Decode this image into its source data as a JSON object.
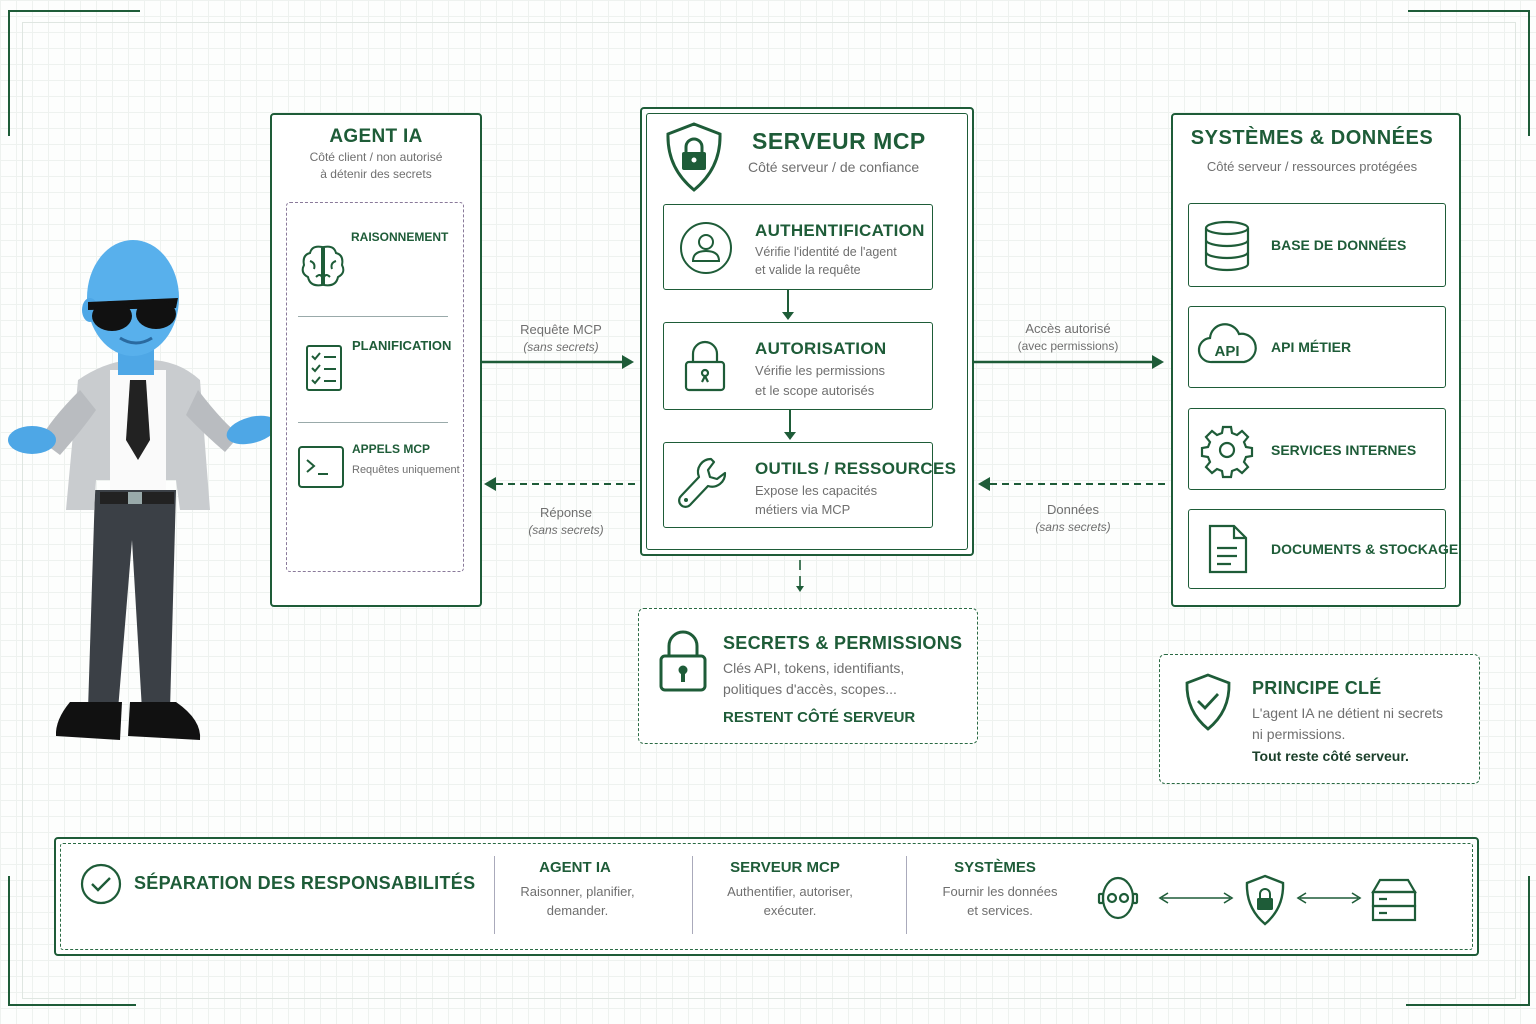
{
  "agent": {
    "title": "AGENT IA",
    "subtitle_1": "Côté client / non autorisé",
    "subtitle_2": "à détenir des secrets",
    "items": [
      {
        "label": "RAISONNEMENT",
        "icon": "brain-icon"
      },
      {
        "label": "PLANIFICATION",
        "icon": "checklist-icon"
      },
      {
        "label": "APPELS MCP",
        "detail": "Requêtes uniquement",
        "icon": "terminal-icon"
      }
    ]
  },
  "server": {
    "title": "SERVEUR MCP",
    "subtitle": "Côté serveur / de confiance",
    "steps": [
      {
        "title": "AUTHENTIFICATION",
        "line1": "Vérifie l'identité de l'agent",
        "line2": "et valide la requête",
        "icon": "user-icon"
      },
      {
        "title": "AUTORISATION",
        "line1": "Vérifie les permissions",
        "line2": "et le scope autorisés",
        "icon": "padlock-icon"
      },
      {
        "title": "OUTILS / RESSOURCES",
        "line1": "Expose les capacités",
        "line2": "métiers via MCP",
        "icon": "wrench-icon"
      }
    ]
  },
  "systems": {
    "title": "SYSTÈMES & DONNÉES",
    "subtitle": "Côté serveur / ressources protégées",
    "items": [
      {
        "label": "BASE DE DONNÉES",
        "icon": "database-icon"
      },
      {
        "label": "API MÉTIER",
        "icon": "api-cloud-icon",
        "icon_text": "API"
      },
      {
        "label": "SERVICES INTERNES",
        "icon": "gear-icon"
      },
      {
        "label": "DOCUMENTS & STOCKAGE",
        "icon": "document-icon"
      }
    ]
  },
  "arrows": {
    "request": {
      "label": "Requête MCP",
      "note": "(sans secrets)"
    },
    "response": {
      "label": "Réponse",
      "note": "(sans secrets)"
    },
    "access": {
      "label": "Accès autorisé",
      "note": "(avec permissions)"
    },
    "data": {
      "label": "Données",
      "note": "(sans secrets)"
    }
  },
  "secrets": {
    "title": "SECRETS & PERMISSIONS",
    "line1": "Clés API, tokens, identifiants,",
    "line2": "politiques d'accès, scopes...",
    "emphasis": "RESTENT CÔTÉ SERVEUR"
  },
  "principle": {
    "title": "PRINCIPE CLÉ",
    "line1": "L'agent IA ne détient ni secrets",
    "line2": "ni permissions.",
    "emphasis": "Tout reste côté serveur."
  },
  "footer": {
    "title": "SÉPARATION DES RESPONSABILITÉS",
    "columns": [
      {
        "title": "AGENT IA",
        "line1": "Raisonner, planifier,",
        "line2": "demander."
      },
      {
        "title": "SERVEUR MCP",
        "line1": "Authentifier, autoriser,",
        "line2": "exécuter."
      },
      {
        "title": "SYSTÈMES",
        "line1": "Fournir les données",
        "line2": "et services."
      }
    ],
    "flow_icons": [
      "robot-icon",
      "shield-lock-icon",
      "server-icon"
    ]
  },
  "colors": {
    "accent": "#1e5c38",
    "text_gray": "#6f6f6f",
    "mascot_skin": "#4ea7e6",
    "suit": "#c9cccf"
  }
}
